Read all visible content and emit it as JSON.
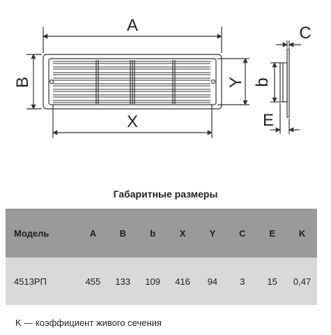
{
  "drawing": {
    "labels": {
      "a": "A",
      "b_upper": "B",
      "x": "X",
      "y": "Y",
      "b_lower": "b",
      "c": "C",
      "e": "E"
    },
    "colors": {
      "line": "#333333"
    }
  },
  "table": {
    "title": "Габаритные размеры",
    "headers": [
      "Модель",
      "A",
      "B",
      "b",
      "X",
      "Y",
      "C",
      "E",
      "K"
    ],
    "rows": [
      [
        "4513РП",
        "455",
        "133",
        "109",
        "416",
        "94",
        "3",
        "15",
        "0,47"
      ]
    ],
    "colors": {
      "header_bg": "#9a9a9a",
      "row_bg": "#d9d9d9"
    }
  },
  "note": "K — коэффициент живого сечения"
}
